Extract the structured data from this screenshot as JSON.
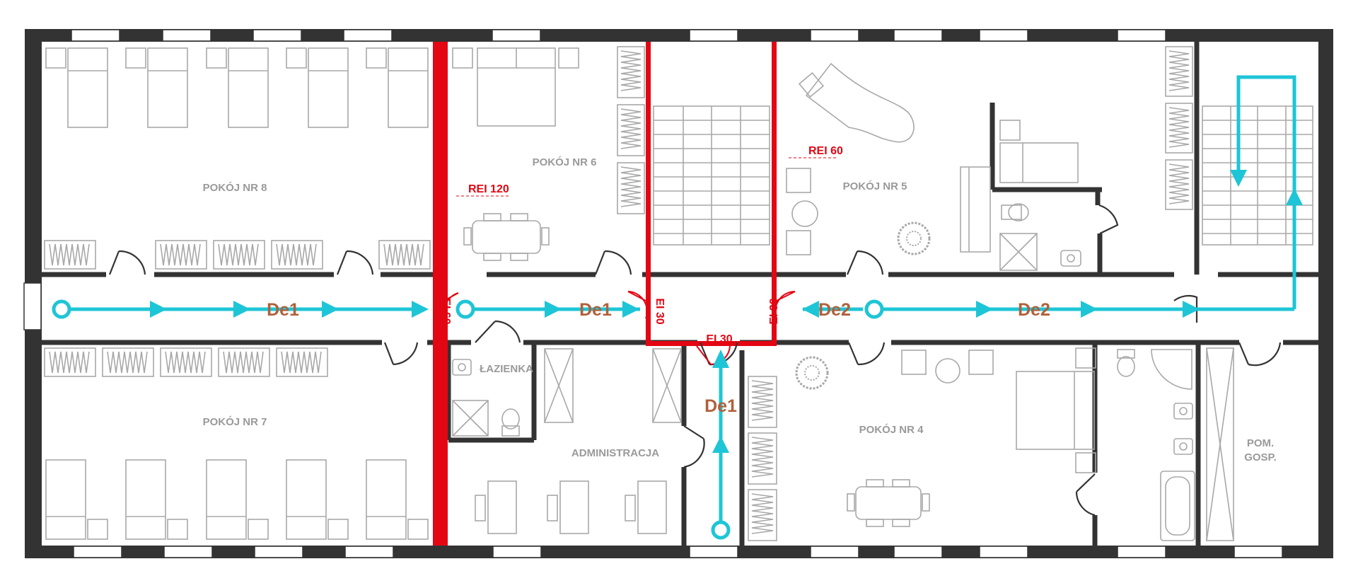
{
  "colors": {
    "wall": "#333333",
    "fire_wall": "#e30613",
    "route": "#1ec5d6",
    "route_label": "#b0603a",
    "room_label": "#9a9a9a",
    "furniture": "#a8a8a8"
  },
  "rooms": {
    "r8": "POKÓJ NR 8",
    "r6": "POKÓJ NR 6",
    "r5": "POKÓJ NR 5",
    "r7": "POKÓJ NR 7",
    "bath": "ŁAZIENKA",
    "admin": "ADMINISTRACJA",
    "r4": "POKÓJ NR 4",
    "pom1": "POM.",
    "pom2": "GOSP."
  },
  "ratings": {
    "rei120": "REI 120",
    "rei60": "REI 60",
    "ei60": "EI 60",
    "ei30_left": "EI 30",
    "ei30_right": "EI 30",
    "ei30_bottom": "EI 30"
  },
  "routes": {
    "de1_a": "De1",
    "de1_b": "De1",
    "de2_a": "De2",
    "de2_b": "De2",
    "de1_vertical": "De1"
  }
}
